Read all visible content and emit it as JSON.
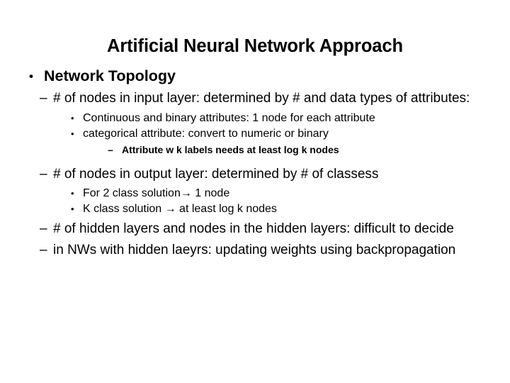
{
  "slide": {
    "title": "Artificial Neural Network Approach",
    "background_color": "#ffffff",
    "text_color": "#000000",
    "markers": {
      "level1": "•",
      "level2": "–",
      "level3": "•",
      "level4": "–"
    },
    "outline": [
      {
        "level": 1,
        "text": "Network Topology"
      },
      {
        "level": 2,
        "text": "# of nodes in input layer: determined by # and data types of attributes:"
      },
      {
        "level": 3,
        "text": "Continuous and binary attributes: 1 node for each attribute"
      },
      {
        "level": 3,
        "text": "categorical attribute: convert to numeric or binary"
      },
      {
        "level": 4,
        "text": "Attribute w k labels needs at least log k nodes"
      },
      {
        "level": 2,
        "text": "# of nodes in output layer: determined by # of classess"
      },
      {
        "level": 3,
        "text": "For 2 class solution→ 1 node"
      },
      {
        "level": 3,
        "text": "K class solution → at least log k nodes"
      },
      {
        "level": 2,
        "text": "# of hidden layers and nodes in the hidden layers: difficult to decide"
      },
      {
        "level": 2,
        "text": "in NWs with hidden laeyrs: updating weights using backpropagation"
      }
    ]
  }
}
